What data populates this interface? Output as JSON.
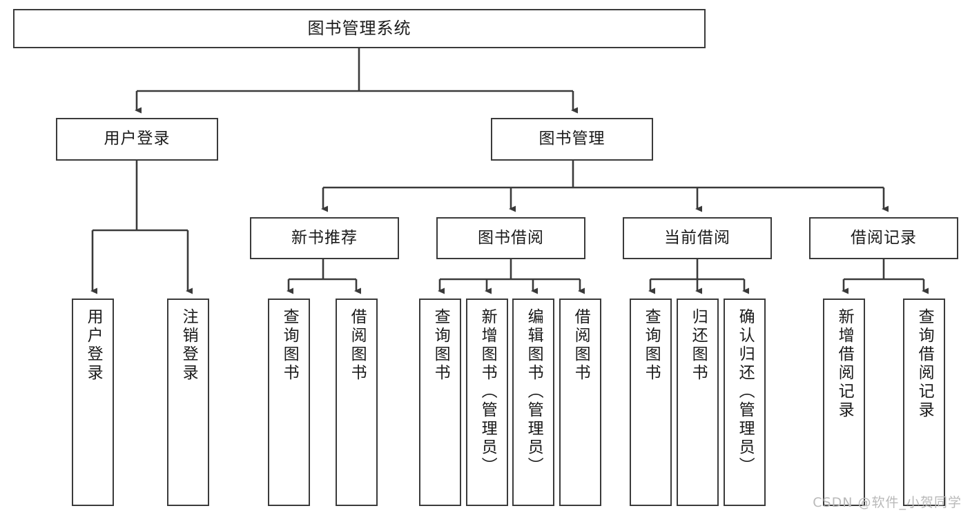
{
  "diagram": {
    "title": "图书管理系统",
    "type": "tree",
    "watermark": "CSDN @软件_小贺同学",
    "root": {
      "label": "图书管理系统"
    },
    "level2": [
      {
        "label": "用户登录"
      },
      {
        "label": "图书管理"
      }
    ],
    "level3": [
      {
        "label": "新书推荐"
      },
      {
        "label": "图书借阅"
      },
      {
        "label": "当前借阅"
      },
      {
        "label": "借阅记录"
      }
    ],
    "leaves": {
      "user_login": [
        {
          "label": "用户登录"
        },
        {
          "label": "注销登录"
        }
      ],
      "new_book_recommend": [
        {
          "label": "查询图书"
        },
        {
          "label": "借阅图书"
        }
      ],
      "book_borrow": [
        {
          "label": "查询图书"
        },
        {
          "label": "新增图书（管理员）"
        },
        {
          "label": "编辑图书（管理员）"
        },
        {
          "label": "借阅图书"
        }
      ],
      "current_borrow": [
        {
          "label": "查询图书"
        },
        {
          "label": "归还图书"
        },
        {
          "label": "确认归还（管理员）"
        }
      ],
      "borrow_record": [
        {
          "label": "新增借阅记录"
        },
        {
          "label": "查询借阅记录"
        }
      ]
    },
    "colors": {
      "stroke": "#3a3a3a",
      "text": "#1a1a1a",
      "background": "#ffffff",
      "watermark": "#b9b9b9"
    }
  }
}
